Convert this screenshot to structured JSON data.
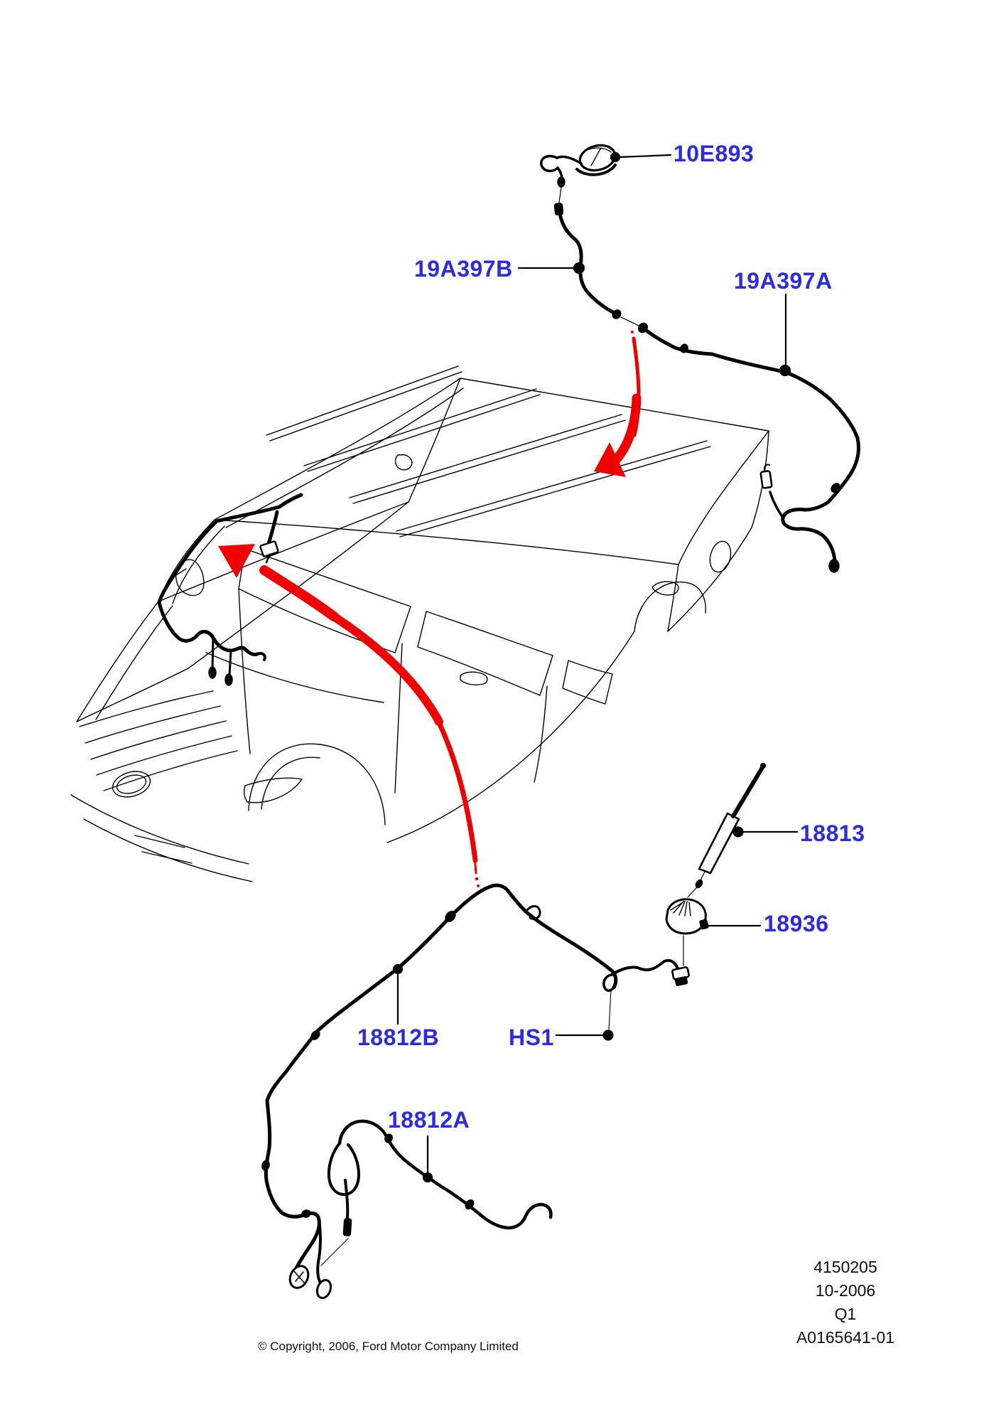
{
  "diagram": {
    "type": "parts-catalog-illustration",
    "subject": "Ford Edge antenna and antenna cable wiring",
    "part_labels": [
      {
        "id": "10E893",
        "text": "10E893"
      },
      {
        "id": "19A397B",
        "text": "19A397B"
      },
      {
        "id": "19A397A",
        "text": "19A397A"
      },
      {
        "id": "18813",
        "text": "18813"
      },
      {
        "id": "18936",
        "text": "18936"
      },
      {
        "id": "18812B",
        "text": "18812B"
      },
      {
        "id": "HS1",
        "text": "HS1"
      },
      {
        "id": "18812A",
        "text": "18812A"
      }
    ],
    "info_block": {
      "lines": [
        "4150205",
        "10-2006",
        "Q1",
        "A0165641-01"
      ]
    },
    "footer": {
      "copyright": "© Copyright, 2006, Ford Motor Company Limited"
    },
    "colors": {
      "label_blue": "#2B2BE6",
      "arrow_red": "#F00000",
      "line_black": "#000000",
      "background": "#FFFFFF"
    }
  }
}
